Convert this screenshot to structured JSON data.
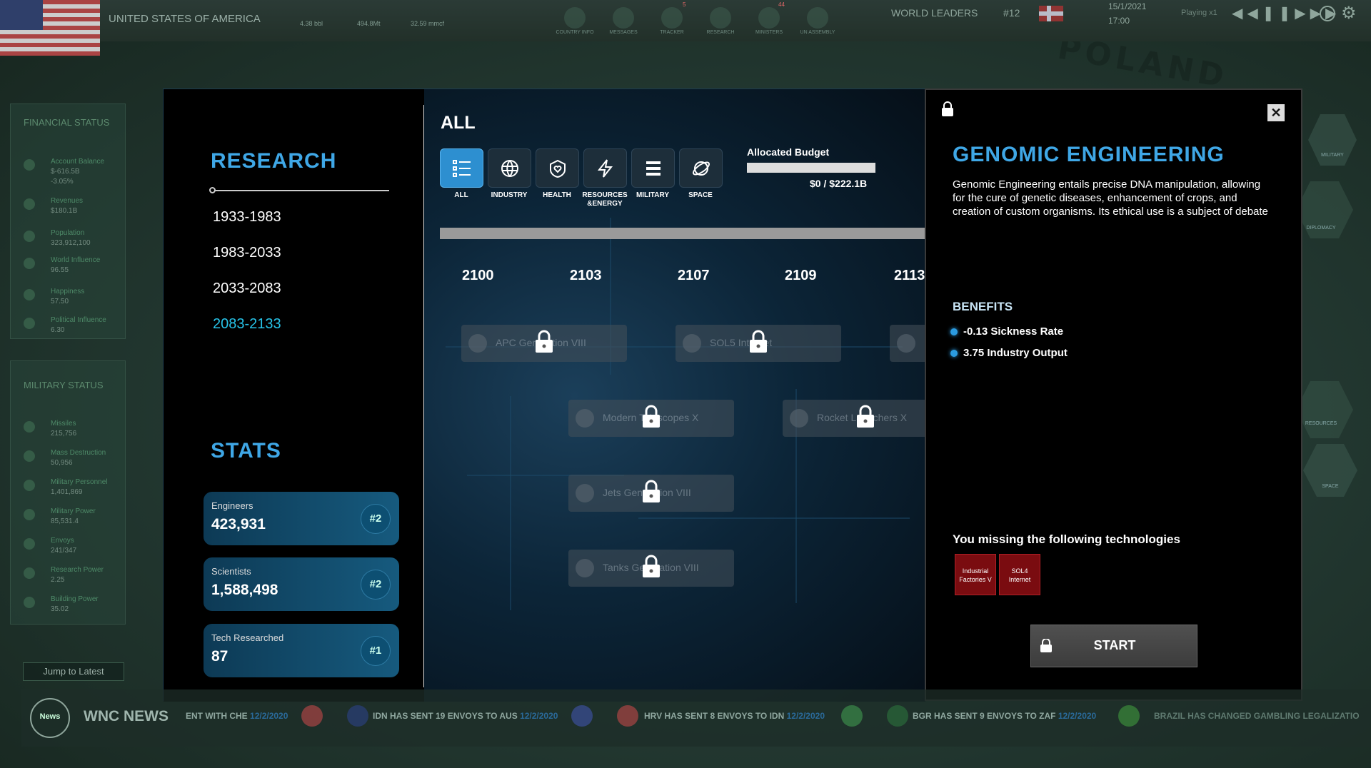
{
  "top_bar": {
    "country": "UNITED STATES OF AMERICA",
    "stats": [
      "4.38 bbl",
      "494.8Mt",
      "32.59 mmcf"
    ],
    "nav": [
      "COUNTRY INFO",
      "MESSAGES",
      "TRACKER",
      "RESEARCH",
      "MINISTERS",
      "UN ASSEMBLY"
    ],
    "badges": {
      "tracker": "5",
      "ministers": "44"
    },
    "world_leaders": "WORLD LEADERS",
    "rank": "#12",
    "date": "15/1/2021",
    "time": "17:00",
    "speed": "Playing x1"
  },
  "map_labels": {
    "poland": "POLAND"
  },
  "financial": {
    "title": "FINANCIAL STATUS",
    "rows": [
      {
        "label": "Account Balance",
        "value": "$-616.5B",
        "sub": "-3.05%"
      },
      {
        "label": "Revenues",
        "value": "$180.1B"
      },
      {
        "label": "Population",
        "value": "323,912,100"
      },
      {
        "label": "World Influence",
        "value": "96.55"
      },
      {
        "label": "Happiness",
        "value": "57.50"
      },
      {
        "label": "Political Influence",
        "value": "6.30"
      }
    ]
  },
  "military": {
    "title": "MILITARY STATUS",
    "rows": [
      {
        "label": "Missiles",
        "value": "215,756"
      },
      {
        "label": "Mass Destruction",
        "value": "50,956"
      },
      {
        "label": "Military Personnel",
        "value": "1,401,869"
      },
      {
        "label": "Military Power",
        "value": "85,531.4"
      },
      {
        "label": "Envoys",
        "value": "241/347"
      },
      {
        "label": "Research Power",
        "value": "2.25"
      },
      {
        "label": "Building Power",
        "value": "35.02"
      }
    ]
  },
  "jump_latest": "Jump to Latest",
  "right_side": {
    "military": "MILITARY",
    "diplomacy": "DIPLOMACY",
    "resources": "RESOURCES",
    "space": "SPACE"
  },
  "research": {
    "title": "RESEARCH",
    "eras": [
      "1933-1983",
      "1983-2033",
      "2033-2083",
      "2083-2133"
    ],
    "active_era": "2083-2133",
    "stats_title": "STATS",
    "stats": [
      {
        "label": "Engineers",
        "value": "423,931",
        "rank": "#2"
      },
      {
        "label": "Scientists",
        "value": "1,588,498",
        "rank": "#2"
      },
      {
        "label": "Tech Researched",
        "value": "87",
        "rank": "#1"
      }
    ]
  },
  "tree": {
    "filter_title": "ALL",
    "categories": [
      {
        "label": "ALL",
        "icon": "list-icon"
      },
      {
        "label": "INDUSTRY",
        "icon": "globe-gear-icon"
      },
      {
        "label": "HEALTH",
        "icon": "heart-icon"
      },
      {
        "label": "RESOURCES &ENERGY",
        "icon": "lightning-icon"
      },
      {
        "label": "MILITARY",
        "icon": "military-icon"
      },
      {
        "label": "SPACE",
        "icon": "satellite-icon"
      }
    ],
    "budget_label": "Allocated Budget",
    "budget_value": "$0 / $222.1B",
    "years": [
      "2100",
      "2103",
      "2107",
      "2109",
      "2113"
    ],
    "nodes": [
      {
        "text": "APC Generation VIII"
      },
      {
        "text": "SOL5 Internet"
      },
      {
        "text": "Modern Telescopes X"
      },
      {
        "text": "Rocket Launchers X"
      },
      {
        "text": "Jets Generation VIII"
      },
      {
        "text": "Tanks Generation VIII"
      }
    ]
  },
  "detail": {
    "title": "GENOMIC ENGINEERING",
    "description": "Genomic Engineering entails precise DNA manipulation, allowing for the cure of genetic diseases, enhancement of crops, and creation of custom organisms. Its ethical use is a subject of debate",
    "benefits_title": "BENEFITS",
    "benefits": [
      "-0.13 Sickness Rate",
      "3.75 Industry Output"
    ],
    "missing_title": "You missing the following technologies",
    "missing": [
      "Industrial Factories V",
      "SOL4 Internet"
    ],
    "start_label": "START"
  },
  "news": {
    "title": "WNC NEWS",
    "globe_label": "News",
    "items": [
      {
        "text": "ENT WITH CHE",
        "date": "12/2/2020"
      },
      {
        "text": "IDN HAS SENT 19 ENVOYS TO AUS",
        "date": "12/2/2020"
      },
      {
        "text": "HRV HAS SENT 8 ENVOYS TO IDN",
        "date": "12/2/2020"
      },
      {
        "text": "BGR HAS SENT 9 ENVOYS TO ZAF",
        "date": "12/2/2020"
      },
      {
        "text": "BRAZIL HAS CHANGED GAMBLING LEGALIZATIO",
        "date": ""
      }
    ]
  },
  "colors": {
    "accent": "#3fa7e6",
    "active_era": "#27c3e8",
    "missing_tech": "#7a0c10"
  }
}
